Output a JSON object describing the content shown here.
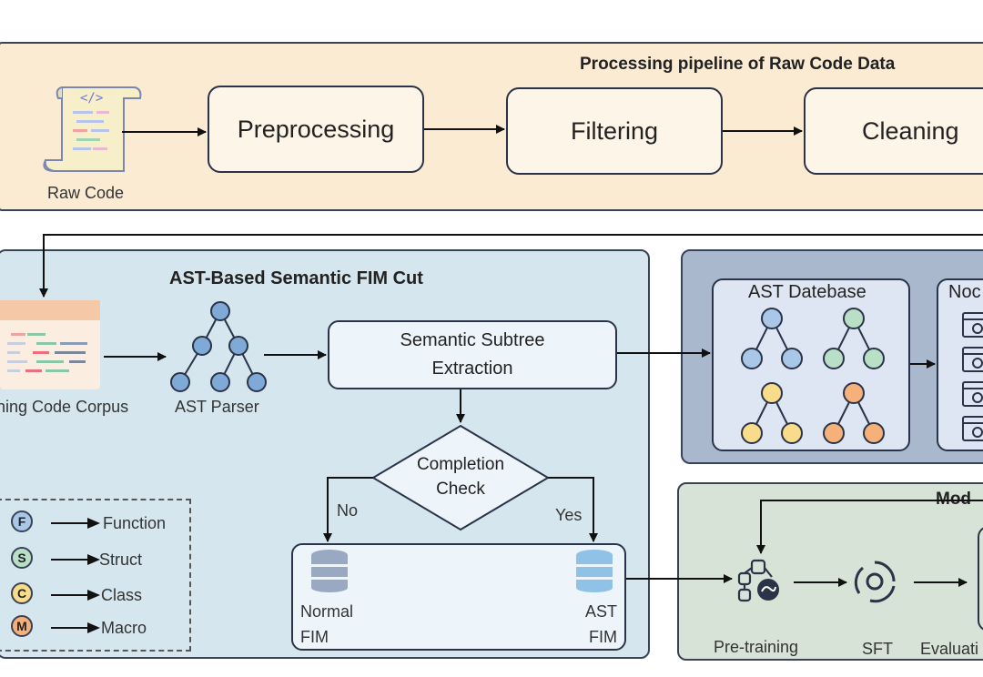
{
  "pipeline": {
    "title": "Processing pipeline of Raw Code Data",
    "raw_code_label": "Raw Code",
    "steps": [
      "Preprocessing",
      "Filtering",
      "Cleaning"
    ]
  },
  "ast_panel": {
    "title": "AST-Based Semantic FIM Cut",
    "corpus_label": "ning Code Corpus",
    "parser_label": "AST Parser",
    "extraction_label": "Semantic Subtree Extraction",
    "check_label": "Completion Check",
    "no_label": "No",
    "yes_label": "Yes",
    "normal_fim_label": "Normal FIM",
    "ast_fim_label": "AST FIM"
  },
  "legend": {
    "items": [
      {
        "letter": "F",
        "label": "Function",
        "color": "#a9c8e8"
      },
      {
        "letter": "S",
        "label": "Struct",
        "color": "#b9dfc6"
      },
      {
        "letter": "C",
        "label": "Class",
        "color": "#f8dc8a"
      },
      {
        "letter": "M",
        "label": "Macro",
        "color": "#f6b07a"
      }
    ]
  },
  "database": {
    "title": "AST Datebase",
    "node_label": "Noc"
  },
  "model_panel": {
    "title": "Mod",
    "steps": [
      "Pre-training",
      "SFT",
      "Evaluati"
    ]
  },
  "colors": {
    "pipeline_bg": "#fcebd3",
    "box_bg": "#fdf5e8",
    "ast_panel_bg": "#d6e6ee",
    "db_panel_bg": "#a9b8cc",
    "model_panel_bg": "#d6e3d6",
    "stroke": "#2a3347"
  }
}
